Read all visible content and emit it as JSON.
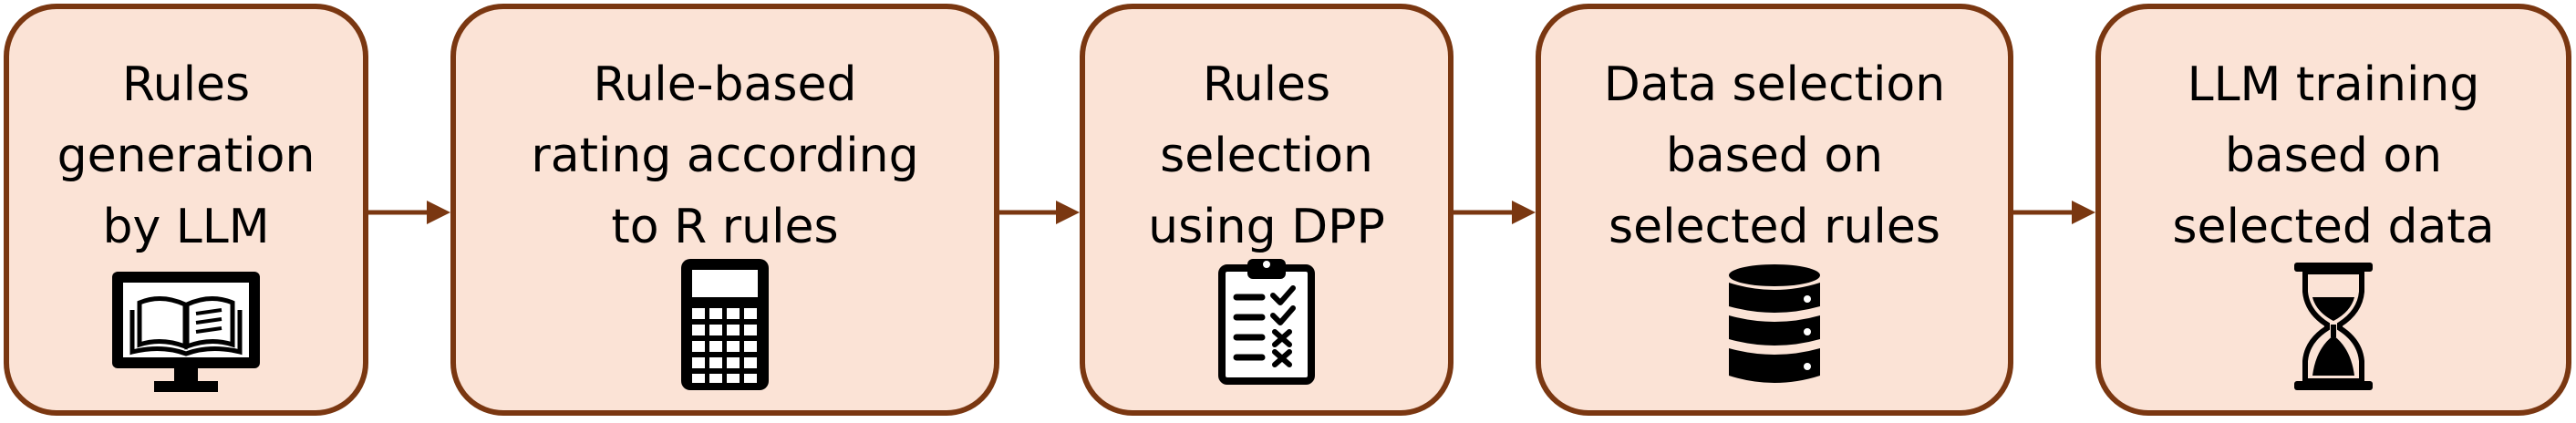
{
  "steps": [
    {
      "label": "Rules\ngeneration\nby LLM",
      "icon": "computer-book-icon"
    },
    {
      "label": "Rule-based\nrating according\nto  R rules",
      "icon": "calculator-icon"
    },
    {
      "label": "Rules\nselection\nusing DPP",
      "icon": "clipboard-checklist-icon"
    },
    {
      "label": "Data selection\nbased on\nselected rules",
      "icon": "database-icon"
    },
    {
      "label": "LLM training\nbased on\nselected data",
      "icon": "hourglass-icon"
    }
  ],
  "colors": {
    "box_fill": "#fbe3d6",
    "border": "#7a3711",
    "arrow": "#7a3711",
    "icon": "#000000"
  }
}
